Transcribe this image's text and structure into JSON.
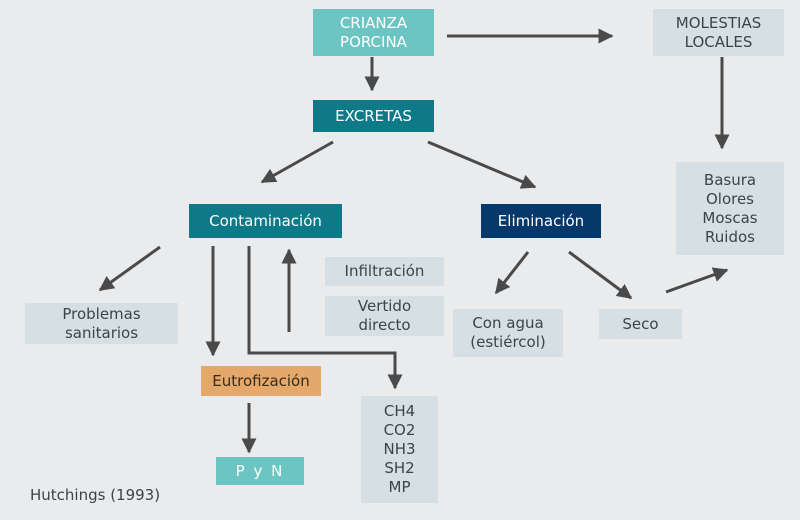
{
  "nodes": {
    "crianza": [
      "CRIANZA",
      "PORCINA"
    ],
    "molestias": [
      "MOLESTIAS",
      "LOCALES"
    ],
    "excretas": "EXCRETAS",
    "contaminacion": "Contaminación",
    "eliminacion": "Eliminación",
    "basura": [
      "Basura",
      "Olores",
      "Moscas",
      "Ruidos"
    ],
    "infiltracion": "Infiltración",
    "vertido": [
      "Vertido",
      "directo"
    ],
    "problemas": [
      "Problemas",
      "sanitarios"
    ],
    "con_agua": [
      "Con agua",
      "(estiércol)"
    ],
    "seco": "Seco",
    "eutrofizacion": "Eutrofización",
    "gases": [
      "CH4",
      "CO2",
      "NH3",
      "SH2",
      "MP"
    ],
    "pyn": "P y N"
  },
  "caption": "Hutchings (1993)",
  "colors": {
    "background": "#e9ebec",
    "light_box": "#d6e0e4",
    "teal_box": "#6cc5c3",
    "dark_teal_box": "#0f7a87",
    "navy_box": "#07386c",
    "orange_box": "#e3a86a",
    "arrow": "#4a4a4a"
  }
}
